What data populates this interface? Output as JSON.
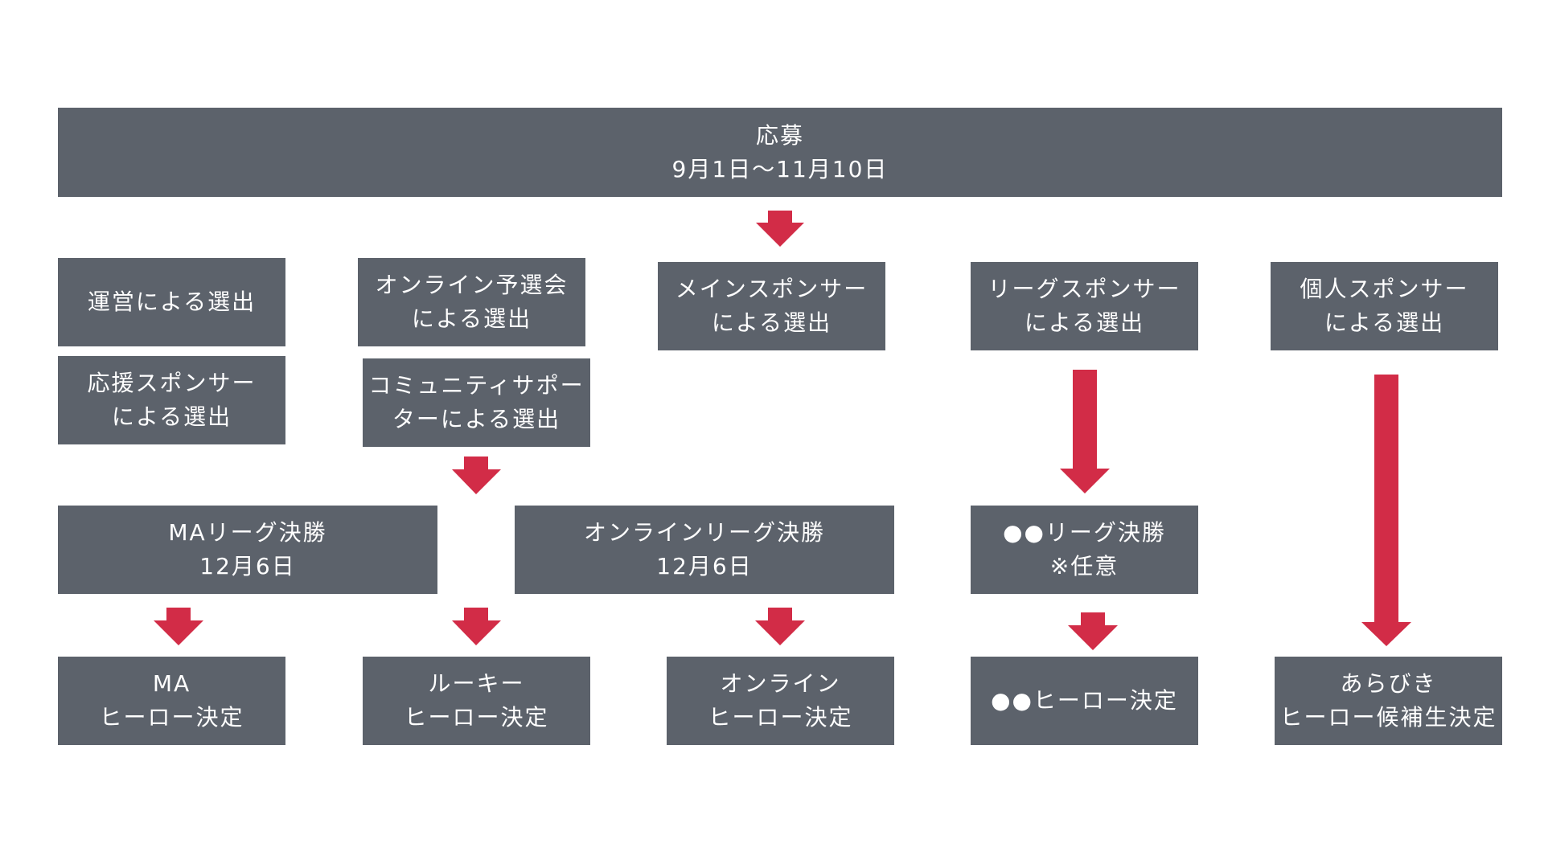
{
  "nodes": {
    "entry": {
      "line1": "応募",
      "line2": "9月1日～11月10日"
    },
    "staff_selection": {
      "line1": "運営による選出"
    },
    "support_sponsor_selection": {
      "line1": "応援スポンサー",
      "line2": "による選出"
    },
    "online_preliminary": {
      "line1": "オンライン予選会",
      "line2": "による選出"
    },
    "community_supporter_selection": {
      "line1": "コミュニティサポー",
      "line2": "ターによる選出"
    },
    "main_sponsor_selection": {
      "line1": "メインスポンサー",
      "line2": "による選出"
    },
    "league_sponsor_selection": {
      "line1": "リーグスポンサー",
      "line2": "による選出"
    },
    "individual_sponsor_selection": {
      "line1": "個人スポンサー",
      "line2": "による選出"
    },
    "ma_league_final": {
      "line1": "MAリーグ決勝",
      "line2": "12月6日"
    },
    "online_league_final": {
      "line1": "オンラインリーグ決勝",
      "line2": "12月6日"
    },
    "xx_league_final": {
      "line1": "●●リーグ決勝",
      "line2": "※任意"
    },
    "ma_hero": {
      "line1": "MA",
      "line2": "ヒーロー決定"
    },
    "rookie_hero": {
      "line1": "ルーキー",
      "line2": "ヒーロー決定"
    },
    "online_hero": {
      "line1": "オンライン",
      "line2": "ヒーロー決定"
    },
    "xx_hero": {
      "line1": "●●ヒーロー決定"
    },
    "arabiki_hero": {
      "line1": "あらびき",
      "line2": "ヒーロー候補生決定"
    }
  },
  "colors": {
    "box": "#5c626b",
    "text": "#ffffff",
    "arrow": "#d22c47"
  }
}
